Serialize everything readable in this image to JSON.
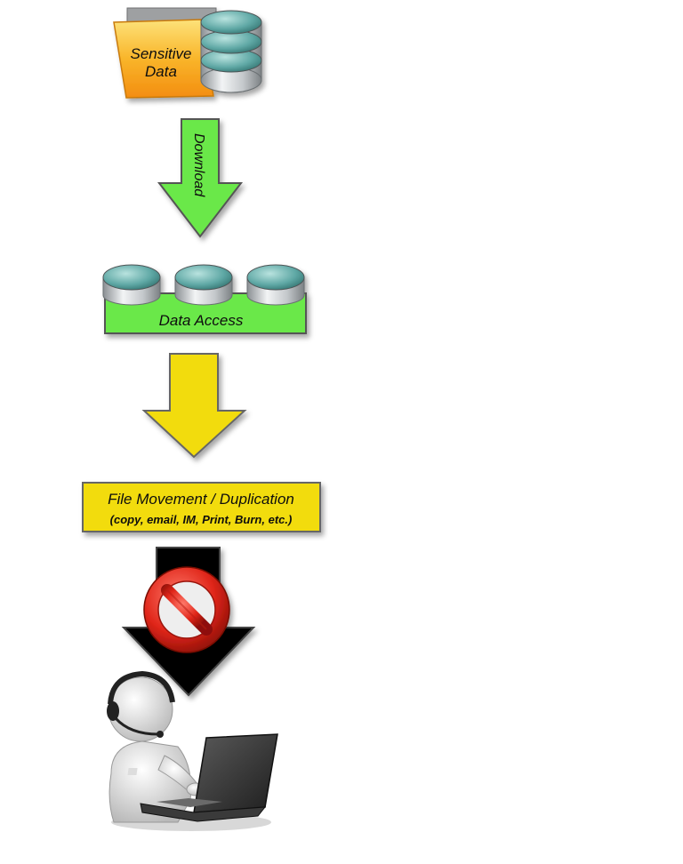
{
  "diagram": {
    "source_label_line1": "Sensitive",
    "source_label_line2": "Data",
    "download_label": "Download",
    "data_access_label": "Data Access",
    "file_movement_title": "File Movement / Duplication",
    "file_movement_subtitle": "(copy, email, IM, Print, Burn, etc.)",
    "blocked_icon": "prohibited-icon",
    "user_icon": "user-with-laptop-icon"
  },
  "colors": {
    "green": "#6be84a",
    "yellow": "#f2dc0a",
    "cylinder_teal": "#5fa8a5",
    "folder_orange": "#f7a61c",
    "block_red": "#e0261a"
  }
}
